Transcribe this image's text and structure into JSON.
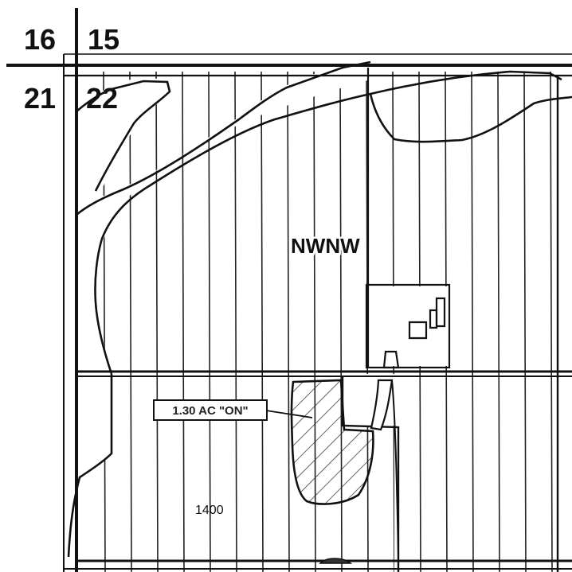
{
  "map": {
    "sections": {
      "top_left": "16",
      "top_right": "15",
      "bottom_left": "21",
      "bottom_right": "22"
    },
    "tract_label": "NWNW",
    "acreage_callout": "1.30 AC \"ON\"",
    "soil_code": "1400"
  }
}
